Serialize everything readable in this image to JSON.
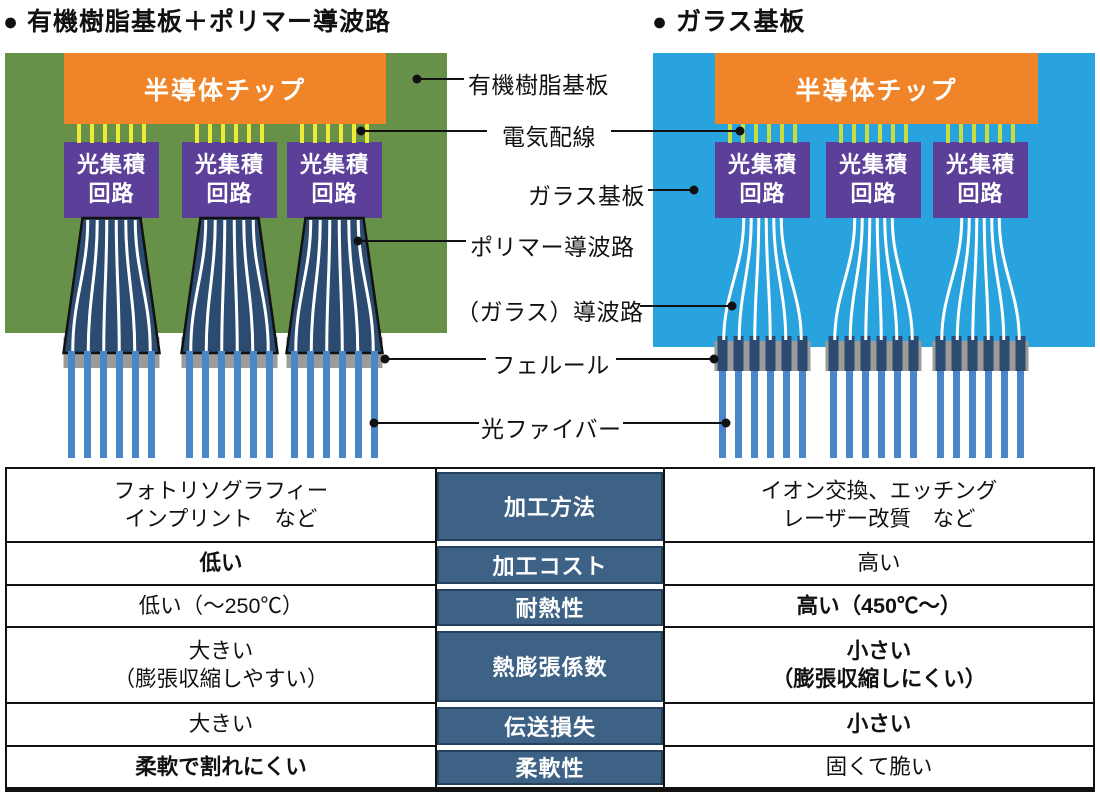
{
  "titles": {
    "left": "● 有機樹脂基板＋ポリマー導波路",
    "right": "● ガラス基板"
  },
  "diagram": {
    "chip_label": "半導体チップ",
    "circuit_label": "光集積\n回路"
  },
  "labels": {
    "organic_substrate": "有機樹脂基板",
    "electrical_wiring": "電気配線",
    "glass_substrate": "ガラス基板",
    "polymer_waveguide": "ポリマー導波路",
    "glass_waveguide": "（ガラス）導波路",
    "ferrule": "フェルール",
    "optical_fiber": "光ファイバー"
  },
  "table": {
    "rows": [
      {
        "left": "フォトリソグラフィー\nインプリント　など",
        "center": "加工方法",
        "right": "イオン交換、エッチング\nレーザー改質　など"
      },
      {
        "left": "低い",
        "center": "加工コスト",
        "right": "高い"
      },
      {
        "left": "低い（～250℃）",
        "center": "耐熱性",
        "right": "高い（450℃～）"
      },
      {
        "left": "大きい\n（膨張収縮しやすい）",
        "center": "熱膨張係数",
        "right": "小さい\n（膨張収縮しにくい）"
      },
      {
        "left": "大きい",
        "center": "伝送損失",
        "right": "小さい"
      },
      {
        "left": "柔軟で割れにくい",
        "center": "柔軟性",
        "right": "固くて脆い"
      }
    ]
  },
  "colors": {
    "substrate_green": "#679048",
    "substrate_blue": "#29a3dd",
    "chip_orange": "#ef8528",
    "circuit_purple": "#5b3f99",
    "wire_yellow": "#eeea38",
    "wire_yellowgreen": "#c9dc41",
    "waveguide_navy": "#2b4b70",
    "waveguide_outline": "#111111",
    "waveguide_line_white": "#ffffff",
    "ferrule_gray": "#9b9b99",
    "fiber_blue": "#4b87c8",
    "table_header_blue": "#3d6285",
    "table_header_border": "#24415f",
    "leader_black": "#111111"
  }
}
